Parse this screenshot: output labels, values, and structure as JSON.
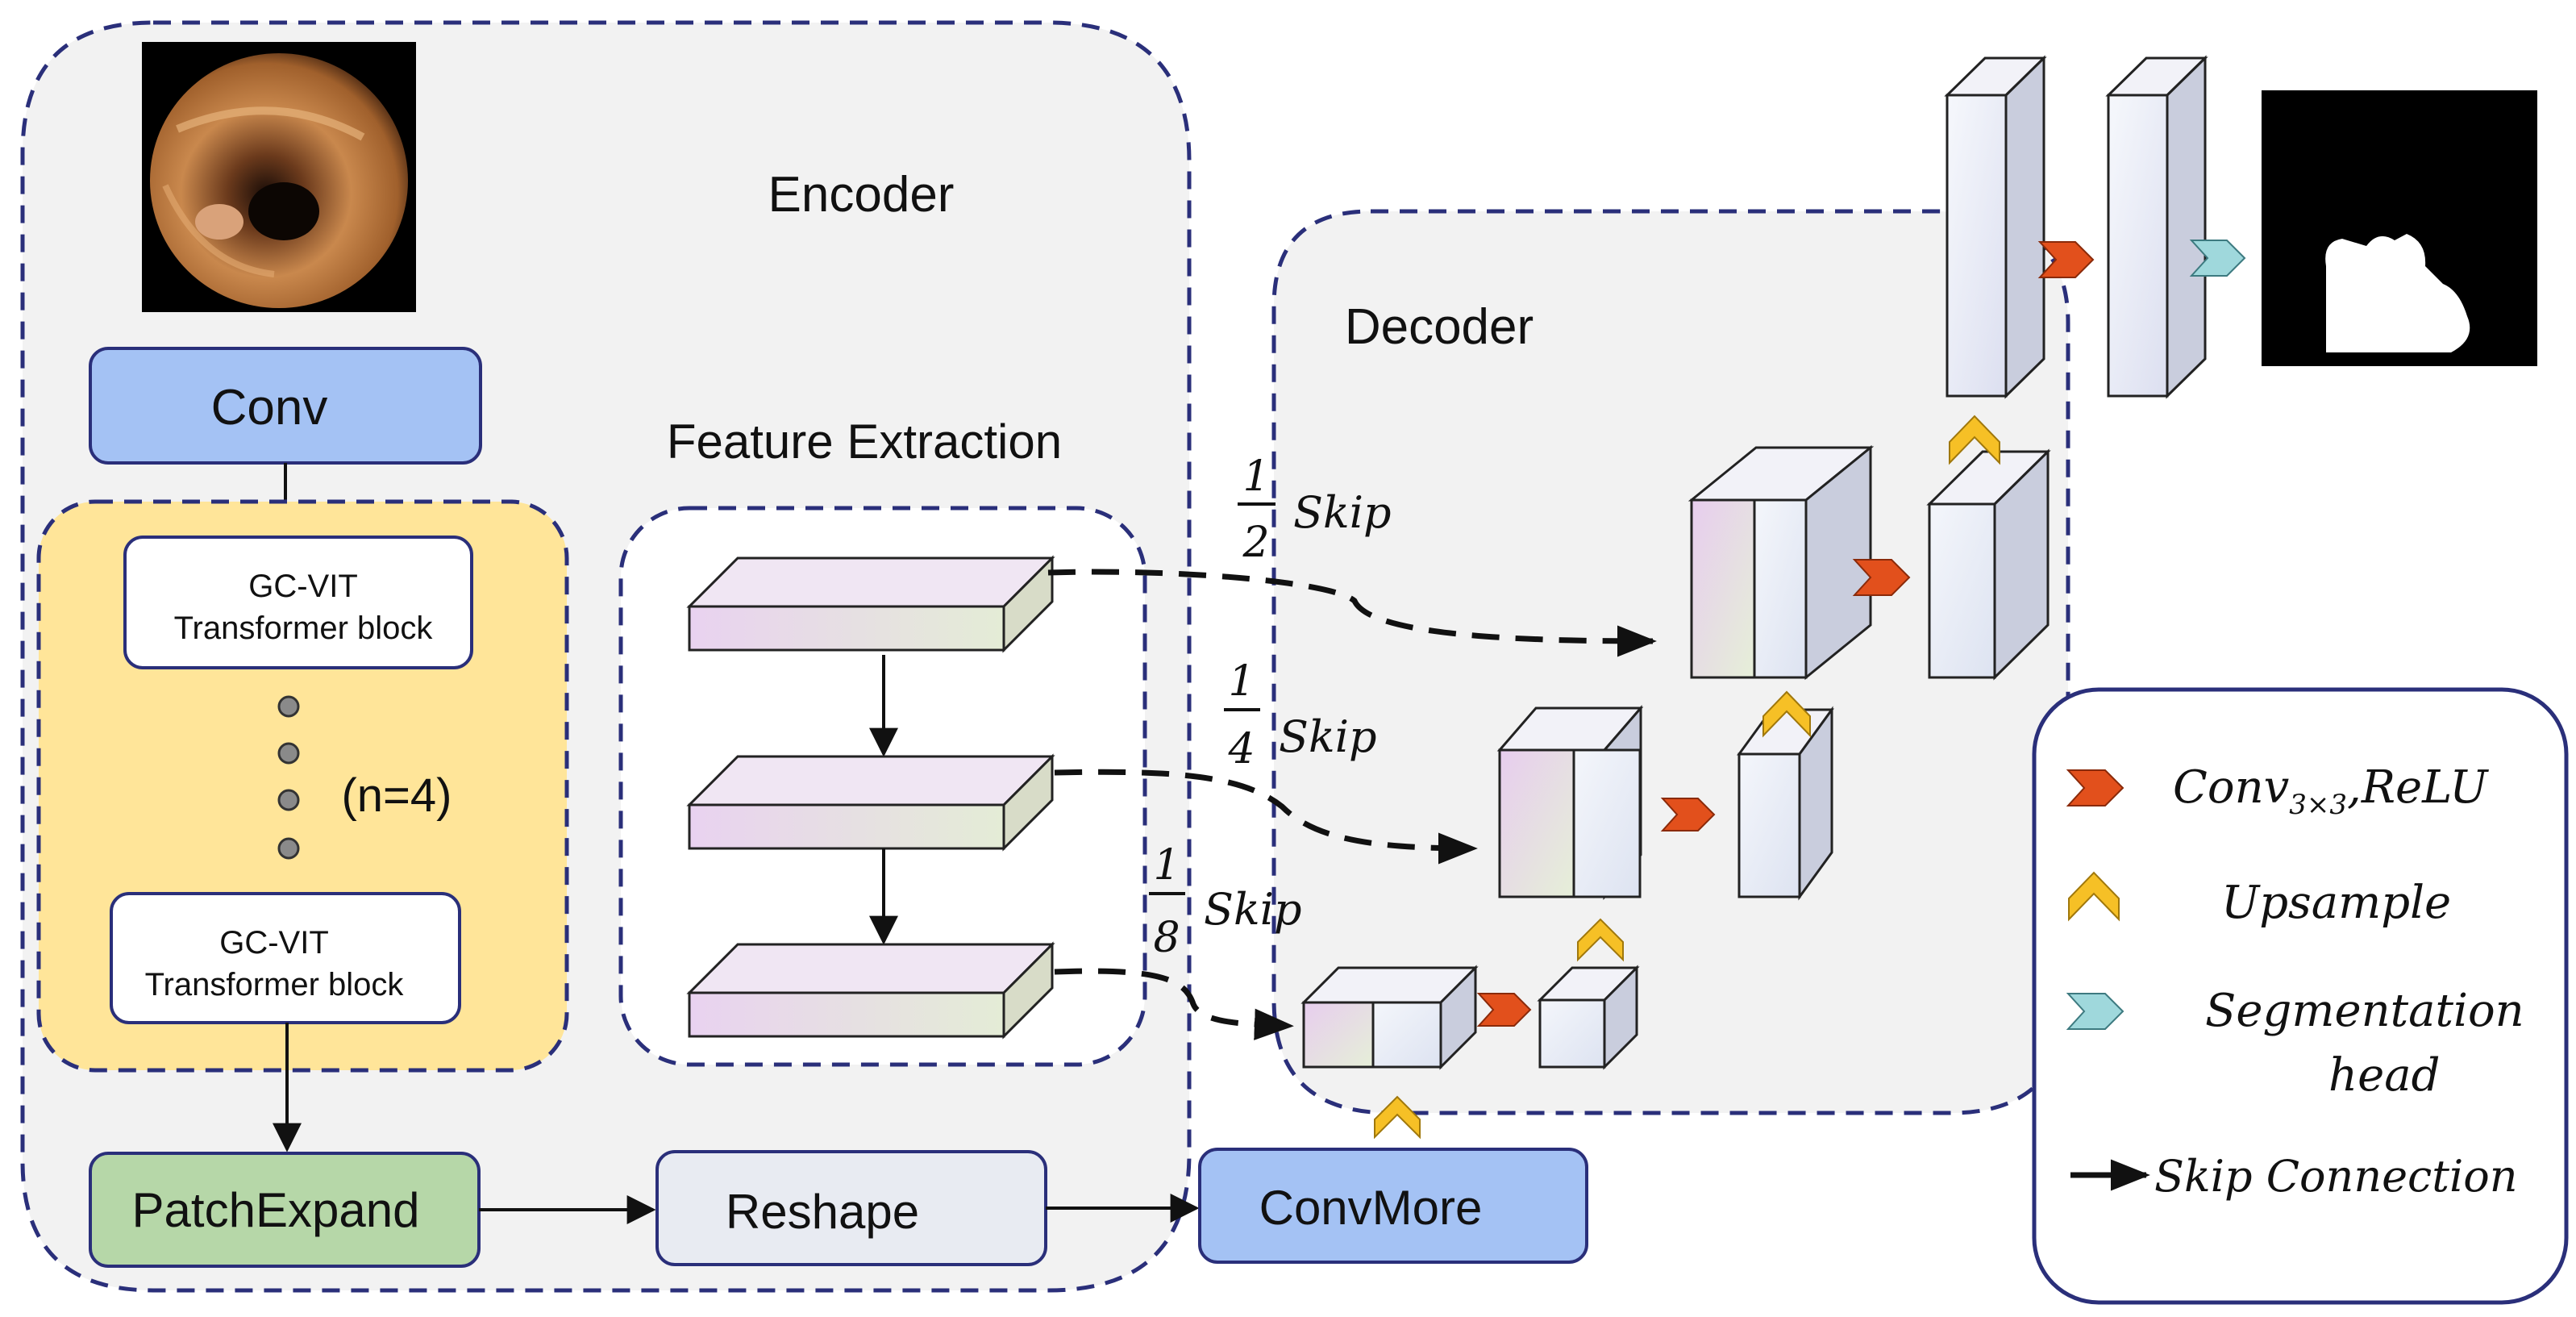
{
  "encoder": {
    "title": "Encoder"
  },
  "decoder": {
    "title": "Decoder"
  },
  "blocks": {
    "conv": "Conv",
    "gcvit_top_line1": "GC-VIT",
    "gcvit_top_line2": "Transformer block",
    "gcvit_bottom_line1": "GC-VIT",
    "gcvit_bottom_line2": "Transformer block",
    "repeat_note": "(n=4)",
    "patch_expand": "PatchExpand",
    "reshape": "Reshape",
    "convmore": "ConvMore"
  },
  "feature_extraction": {
    "title": "Feature Extraction"
  },
  "skips": [
    {
      "num": "1",
      "den": "2",
      "label": "Skip"
    },
    {
      "num": "1",
      "den": "4",
      "label": "Skip"
    },
    {
      "num": "1",
      "den": "8",
      "label": "Skip"
    }
  ],
  "legend": {
    "conv_main": "Conv",
    "conv_sub": "3×3",
    "conv_tail": ",ReLU",
    "upsample": "Upsample",
    "seg_line1": "Segmentation",
    "seg_line2": "head",
    "skip_conn": "Skip Connection"
  },
  "colors": {
    "dash_border": "#2a2f7a",
    "panel_fill": "#f2f2f2",
    "conv_blue": "#a4c2f4",
    "patch_green": "#b6d7a8",
    "transformer_yellow": "#ffe599",
    "conv_relu_orange": "#e2501c",
    "upsample_yellow": "#f6c026",
    "seg_cyan": "#9fd8dc"
  }
}
